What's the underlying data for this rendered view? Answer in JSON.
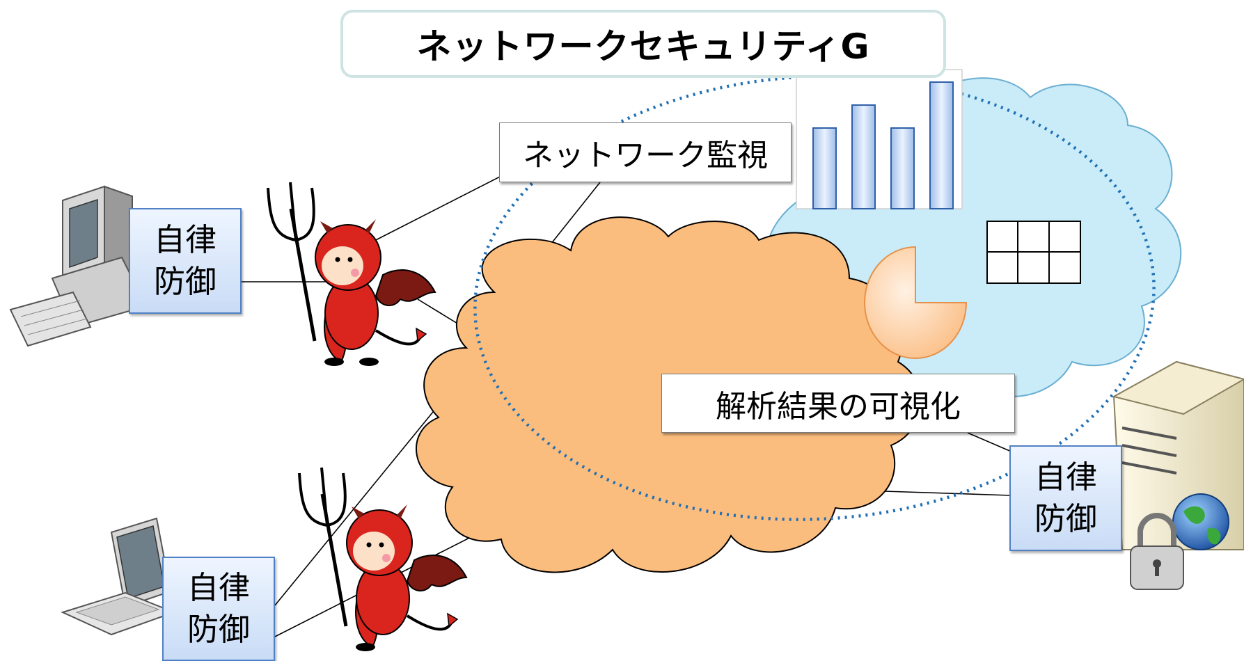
{
  "title": "ネットワークセキュリティG",
  "labels": {
    "monitoring": "ネットワーク監視",
    "visualization": "解析結果の可視化"
  },
  "autonomous_defense": {
    "line1": "自律",
    "line2": "防御"
  },
  "icons": {
    "desktop": "desktop-computer-icon",
    "laptop": "laptop-icon",
    "server": "server-icon",
    "devil": "devil-attacker-icon",
    "lock": "padlock-icon",
    "globe": "globe-icon",
    "bar_chart": "bar-chart-icon",
    "pie_chart": "pie-chart-icon",
    "table": "table-grid-icon"
  },
  "colors": {
    "network_cloud": "#fbbd7e",
    "analysis_cloud": "#c9ecf8",
    "monitor_ellipse": "#1f6fb5",
    "defense_box": "#4f7fc4",
    "devil_red": "#d9251d"
  }
}
